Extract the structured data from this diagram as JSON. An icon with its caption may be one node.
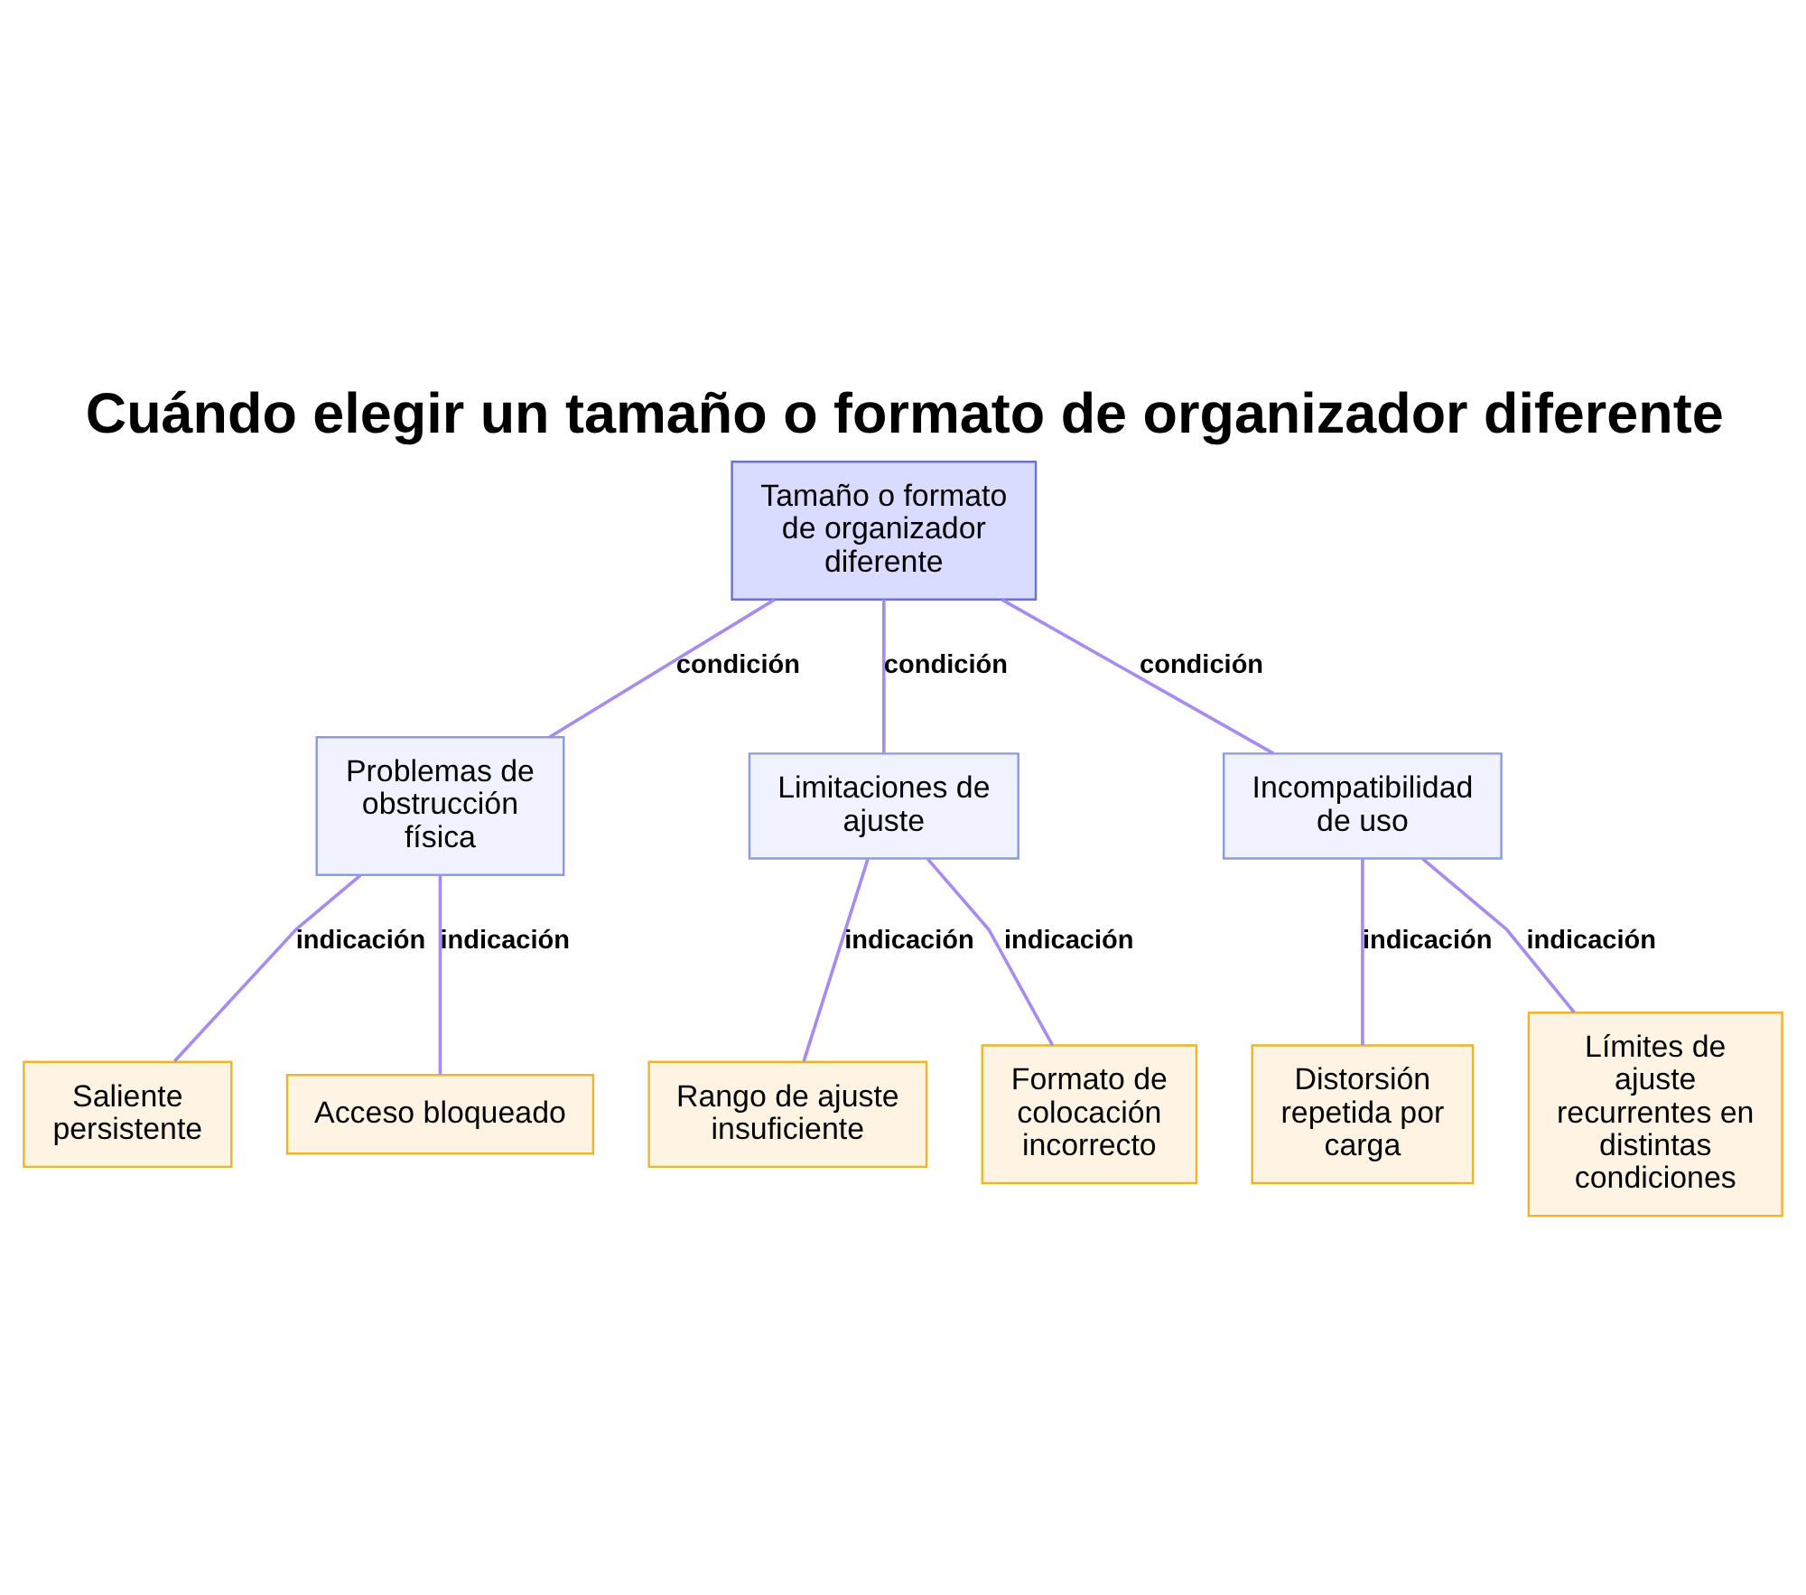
{
  "diagram": {
    "title": "Cuándo elegir un tamaño o formato de organizador diferente",
    "nodes": [
      {
        "text": [
          "Tamaño o formato de organizador diferente"
        ]
      },
      {
        "text": [
          "Problemas de obstrucción física"
        ]
      },
      {
        "text": [
          "Limitaciones de ajuste"
        ]
      },
      {
        "text": [
          "Incompatibilidad de uso"
        ]
      },
      {
        "text": [
          "Saliente persistente"
        ]
      },
      {
        "text": [
          "Acceso bloqueado"
        ]
      },
      {
        "text": [
          "Rango de ajuste insuficiente"
        ]
      },
      {
        "text": [
          "Formato de colocación incorrecto"
        ]
      },
      {
        "text": [
          "Distorsión repetida por carga"
        ]
      },
      {
        "text": [
          "Límites de ajuste recurrentes en distintas condiciones"
        ]
      }
    ],
    "edges": [
      {
        "from": 0,
        "to": 1,
        "arrow": "none",
        "label": "condición"
      },
      {
        "from": 0,
        "to": 2,
        "arrow": "none",
        "label": "condición"
      },
      {
        "from": 0,
        "to": 3,
        "arrow": "none",
        "label": "condición"
      },
      {
        "from": 1,
        "to": 4,
        "arrow": "none",
        "label": "indicación"
      },
      {
        "from": 1,
        "to": 5,
        "arrow": "none",
        "label": "indicación"
      },
      {
        "from": 2,
        "to": 6,
        "arrow": "none",
        "label": "indicación"
      },
      {
        "from": 2,
        "to": 7,
        "arrow": "none",
        "label": "indicación"
      },
      {
        "from": 3,
        "to": 8,
        "arrow": "none",
        "label": "indicación"
      },
      {
        "from": 3,
        "to": 9,
        "arrow": "none",
        "label": "indicación"
      }
    ]
  }
}
